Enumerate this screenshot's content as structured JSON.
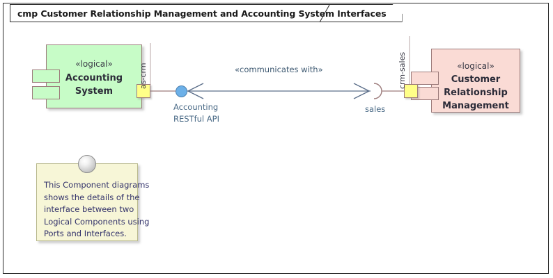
{
  "frame": {
    "title": "cmp Customer Relationship Management and Accounting System Interfaces"
  },
  "components": [
    {
      "id": "accounting-system",
      "stereotype": "«logical»",
      "name_line1": "Accounting",
      "name_line2": "System",
      "fill": "#c7fcc7",
      "border": "#9c7b7b",
      "port": {
        "label": "as-crm",
        "fill": "#ffff88"
      }
    },
    {
      "id": "customer-relationship-management",
      "stereotype": "«logical»",
      "name_line1": "Customer",
      "name_line2": "Relationship",
      "name_line3": "Management",
      "fill": "#fadbd5",
      "border": "#9c7b7b",
      "port": {
        "label": "crm-sales",
        "fill": "#ffff88"
      }
    }
  ],
  "interfaces": {
    "provided": {
      "label_line1": "Accounting",
      "label_line2": "RESTful API",
      "ball_color": "#6cb0e8"
    },
    "required": {
      "label": "sales",
      "socket_color": "#9c7b7b"
    }
  },
  "connector": {
    "label": "«communicates with»",
    "line_color": "#5c6f8a"
  },
  "note": {
    "lines": [
      "This Component diagrams",
      "shows the details of the",
      "interface between two",
      "Logical Components using",
      "Ports and Interfaces."
    ],
    "fill": "#f7f6d7",
    "border": "#b9b98d"
  }
}
